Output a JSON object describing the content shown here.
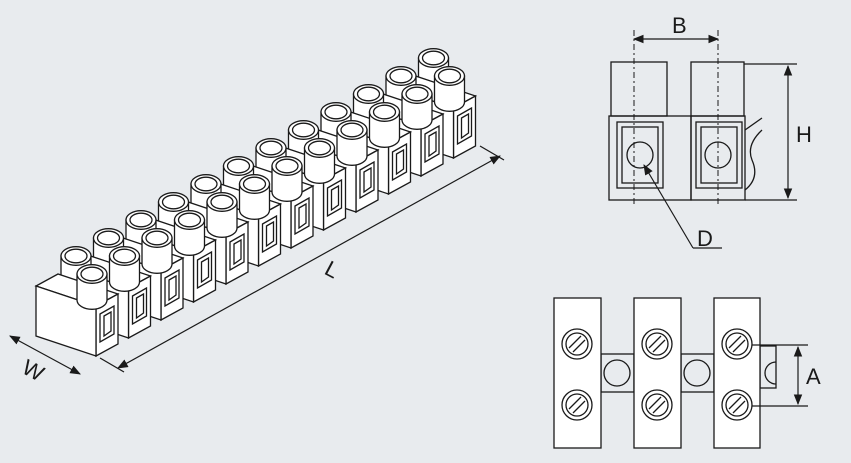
{
  "background_color": "#e8ebee",
  "line_color": "#1a1a1a",
  "labels": {
    "length": "L",
    "width": "W",
    "pitch": "B",
    "height": "H",
    "hole_diameter": "D",
    "screw_spacing": "A"
  },
  "terminal_block": {
    "positions": 12
  }
}
